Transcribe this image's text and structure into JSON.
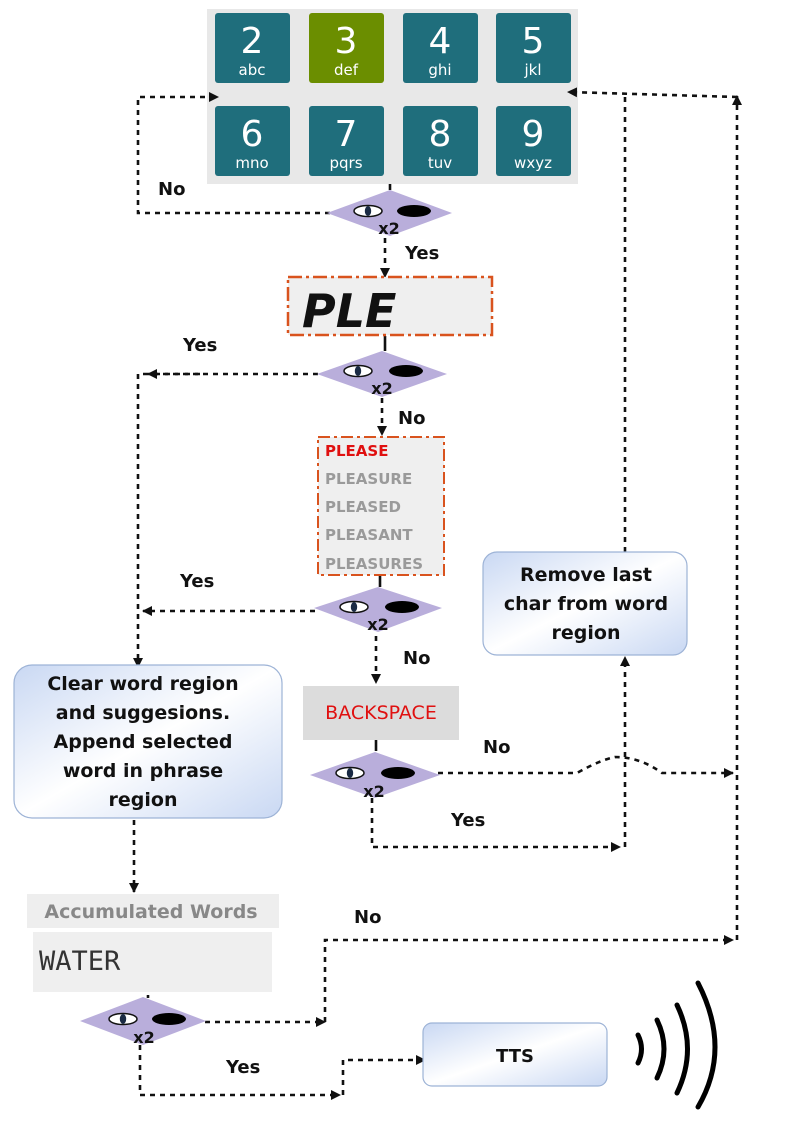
{
  "keypad": {
    "keys": [
      {
        "num": "2",
        "letters": "abc",
        "color": "#1f6e7c"
      },
      {
        "num": "3",
        "letters": "def",
        "color": "#6b8e00"
      },
      {
        "num": "4",
        "letters": "ghi",
        "color": "#1f6e7c"
      },
      {
        "num": "5",
        "letters": "jkl",
        "color": "#1f6e7c"
      },
      {
        "num": "6",
        "letters": "mno",
        "color": "#1f6e7c"
      },
      {
        "num": "7",
        "letters": "pqrs",
        "color": "#1f6e7c"
      },
      {
        "num": "8",
        "letters": "tuv",
        "color": "#1f6e7c"
      },
      {
        "num": "9",
        "letters": "wxyz",
        "color": "#1f6e7c"
      }
    ]
  },
  "decision": {
    "x2_label": "x2",
    "eye_color": "#b9aedb"
  },
  "word_region": {
    "text": "PLE"
  },
  "suggestions": {
    "items": [
      "PLEASE",
      "PLEASURE",
      "PLEASED",
      "PLEASANT",
      "PLEASURES"
    ],
    "highlight_color": "#e01010",
    "normal_color": "#9a9a9a"
  },
  "backspace": {
    "label": "BACKSPACE"
  },
  "remove_box": {
    "lines": [
      "Remove last",
      "char from word",
      "region"
    ]
  },
  "clear_box": {
    "lines": [
      "Clear word region",
      "and suggesions.",
      "Append selected",
      "word in phrase",
      "region"
    ]
  },
  "accumulated": {
    "title": "Accumulated Words",
    "word": "WATER"
  },
  "tts": {
    "label": "TTS"
  },
  "labels": {
    "no_1": "No",
    "yes_1": "Yes",
    "yes_2": "Yes",
    "no_2": "No",
    "yes_3": "Yes",
    "no_3": "No",
    "no_4": "No",
    "yes_4": "Yes",
    "no_5": "No",
    "yes_5": "Yes"
  }
}
